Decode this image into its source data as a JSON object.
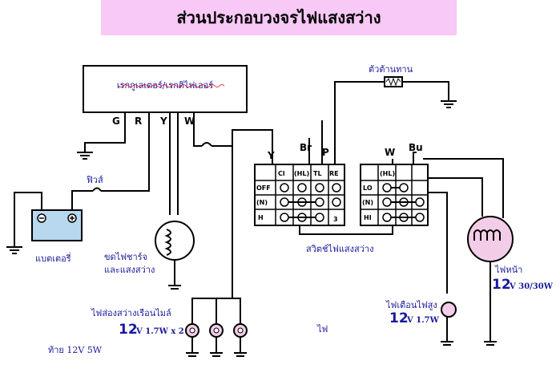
{
  "title": "ส่วนประกอบวงจรไฟแสงสว่าง",
  "regulator": {
    "label": "เรกกูเลเตอร์/เรกติไฟเออร์",
    "terminals": [
      "G",
      "R",
      "Y",
      "W"
    ]
  },
  "labels": {
    "resistor": "ตัวต้านทาน",
    "fuse": "ฟิวส์",
    "battery": "แบตเตอรี่",
    "coil_line1": "ขดไฟชาร์จ",
    "coil_line2": "และแสงสว่าง",
    "light_switch": "สวิตช์ไฟแสงสว่าง",
    "headlight": "ไฟหน้า",
    "headlight_volt": "12",
    "headlight_spec": "V 30/30W",
    "high_beam": "ไฟเตือนไฟสูง",
    "high_beam_volt": "12",
    "high_beam_spec": "V 1.7W",
    "meter_light": "ไฟส่องสว่างเรือนไมล์",
    "meter_volt": "12",
    "meter_spec": "V 1.7W x 2",
    "tail_light": "ท้าย 12V 5W",
    "fai": "ไฟ"
  },
  "wires": {
    "y": "Y",
    "br": "Br",
    "p": "P",
    "w": "W",
    "bu": "Bu"
  },
  "switch_left": {
    "header": [
      "Cl",
      "(HL)",
      "TL",
      "RE"
    ],
    "rows": [
      "OFF",
      "(N)",
      "H"
    ],
    "footer": "3"
  },
  "switch_right": {
    "header": [
      "(HL)"
    ],
    "rows": [
      "LO",
      "(N)",
      "HI"
    ]
  },
  "colors": {
    "banner": "#f8c8f6",
    "battery": "#b7d8ef",
    "headlight": "#f3cde8",
    "label_blue": "#1a1a9c"
  }
}
